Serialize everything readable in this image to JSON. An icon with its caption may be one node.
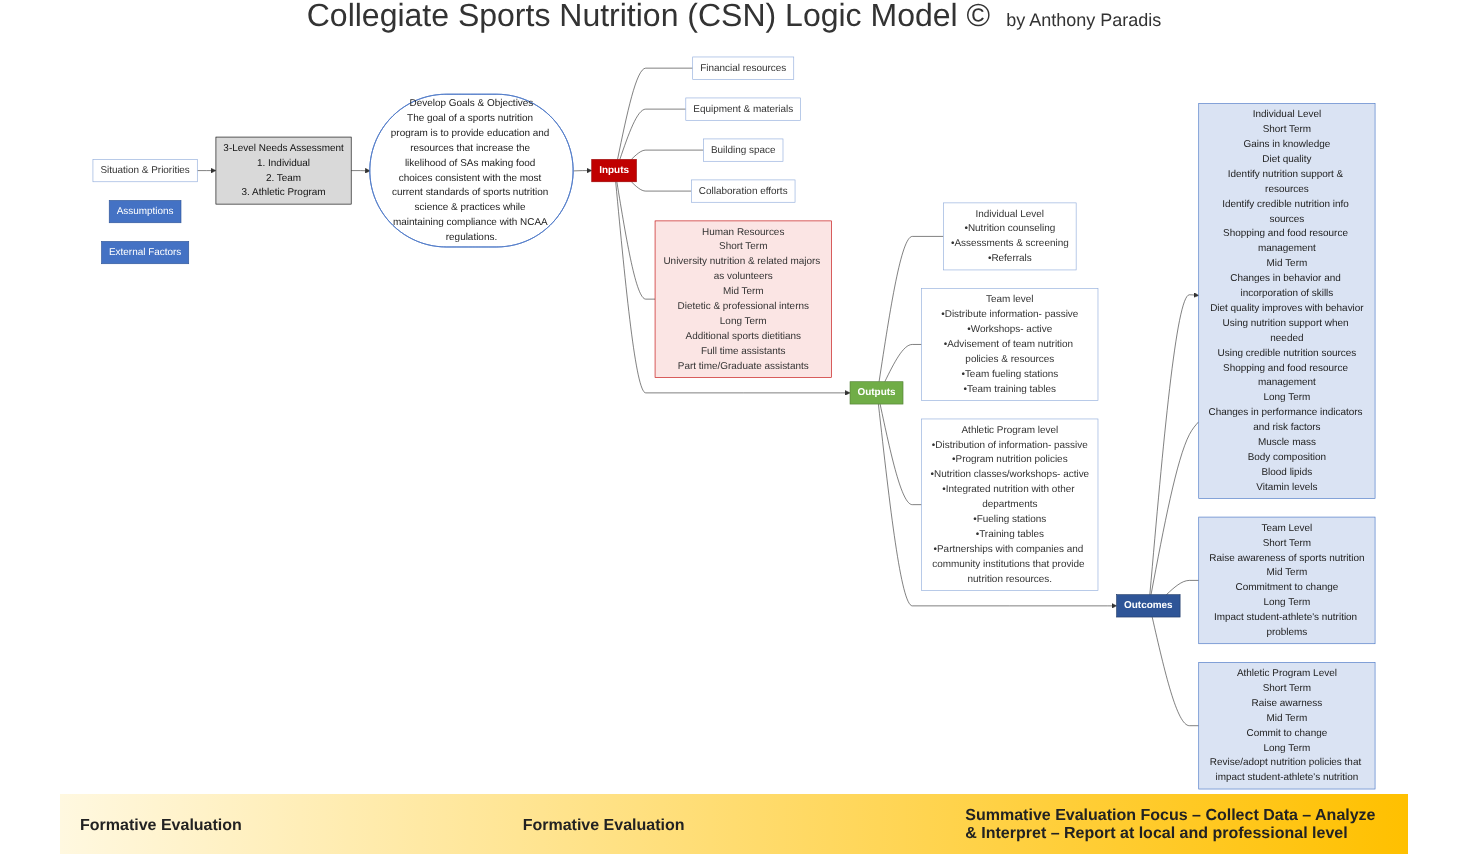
{
  "diagram": {
    "title": "Collegiate Sports Nutrition (CSN) Logic Model ©",
    "nodes": [
      {
        "text": [
          "Situation & Priorities"
        ]
      },
      {
        "text": [
          "3-Level Needs Assessment",
          "1. Individual",
          "2. Team",
          "3. Athletic Program"
        ]
      },
      {
        "text": [
          "Develop Goals & Objectives",
          "The goal of a sports nutrition program is to provide education and resources that increase the likelihood of SAs making food choices consistent with the most current standards of sports nutrition science & practices while maintaining compliance with NCAA regulations."
        ]
      },
      {
        "text": [
          "Inputs"
        ]
      },
      {
        "text": [
          "Financial resources"
        ]
      },
      {
        "text": [
          "Equipment & materials"
        ]
      },
      {
        "text": [
          "Building space"
        ]
      },
      {
        "text": [
          "Collaboration efforts"
        ]
      },
      {
        "text": [
          "Human Resources",
          "Short Term",
          "University nutrition & related majors as volunteers",
          "Mid Term",
          "Dietetic & professional interns",
          "Long Term",
          "Additional sports dietitians",
          "Full time assistants",
          "Part time/Graduate assistants"
        ]
      },
      {
        "text": [
          "Outputs"
        ]
      },
      {
        "text": [
          "Individual Level",
          "•Nutrition counseling",
          "•Assessments & screening",
          "•Referrals"
        ]
      },
      {
        "text": [
          "Team level",
          "•Distribute information- passive",
          "•Workshops- active",
          "•Advisement of team nutrition policies & resources",
          "•Team fueling stations",
          "•Team training tables"
        ]
      },
      {
        "text": [
          "Athletic Program level",
          "•Distribution of information- passive",
          "•Program nutrition policies",
          "•Nutrition classes/workshops- active",
          "•Integrated nutrition with other departments",
          "•Fueling stations",
          "•Training tables",
          "•Partnerships with companies and community institutions that provide nutrition resources."
        ]
      },
      {
        "text": [
          "Outcomes"
        ]
      },
      {
        "text": [
          "Individual Level",
          "Short Term",
          "Gains in knowledge",
          "Diet quality",
          "Identify nutrition support & resources",
          "Identify credible nutrition info sources",
          "Shopping and food resource management",
          "Mid Term",
          "Changes in behavior and incorporation of skills",
          "Diet quality improves with behavior",
          "Using nutrition support when needed",
          "Using credible nutrition sources",
          "Shopping and food resource management",
          "Long Term",
          "Changes in performance indicators and risk factors",
          "Muscle mass",
          "Body composition",
          "Blood lipids",
          "Vitamin levels"
        ]
      },
      {
        "text": [
          "Team Level",
          "Short Term",
          "Raise awareness of sports nutrition",
          "Mid Term",
          "Commitment to change",
          "Long Term",
          "Impact student-athlete's nutrition problems"
        ]
      },
      {
        "text": [
          "Athletic Program Level",
          "Short Term",
          "Raise awarness",
          "Mid Term",
          "Commit to change",
          "Long Term",
          "Revise/adopt nutrition policies that impact student-athlete's nutrition"
        ]
      },
      {
        "text": [
          "Assumptions"
        ]
      },
      {
        "text": [
          "External Factors"
        ]
      }
    ],
    "edges": [
      {
        "from": 0,
        "to": 1,
        "arrow": "to"
      },
      {
        "from": 1,
        "to": 2,
        "arrow": "to"
      },
      {
        "from": 2,
        "to": 3,
        "arrow": "to"
      },
      {
        "from": 3,
        "to": 9,
        "arrow": "to"
      },
      {
        "from": 9,
        "to": 13,
        "arrow": "to"
      },
      {
        "from": 13,
        "to": 14,
        "arrow": "to"
      },
      {
        "from": 3,
        "to": 4,
        "arrow": "none"
      },
      {
        "from": 3,
        "to": 5,
        "arrow": "none"
      },
      {
        "from": 3,
        "to": 6,
        "arrow": "none"
      },
      {
        "from": 3,
        "to": 7,
        "arrow": "none"
      },
      {
        "from": 3,
        "to": 8,
        "arrow": "none"
      },
      {
        "from": 9,
        "to": 10,
        "arrow": "none"
      },
      {
        "from": 9,
        "to": 11,
        "arrow": "none"
      },
      {
        "from": 9,
        "to": 12,
        "arrow": "none"
      },
      {
        "from": 13,
        "to": 14,
        "arrow": "none"
      },
      {
        "from": 13,
        "to": 15,
        "arrow": "none"
      },
      {
        "from": 13,
        "to": 16,
        "arrow": "none"
      }
    ],
    "labels": [
      "by Anthony Paradis",
      "Formative Evaluation",
      "Formative Evaluation",
      "Summative Evaluation Focus – Collect Data – Analyze & Interpret – Report at local and professional level"
    ]
  }
}
